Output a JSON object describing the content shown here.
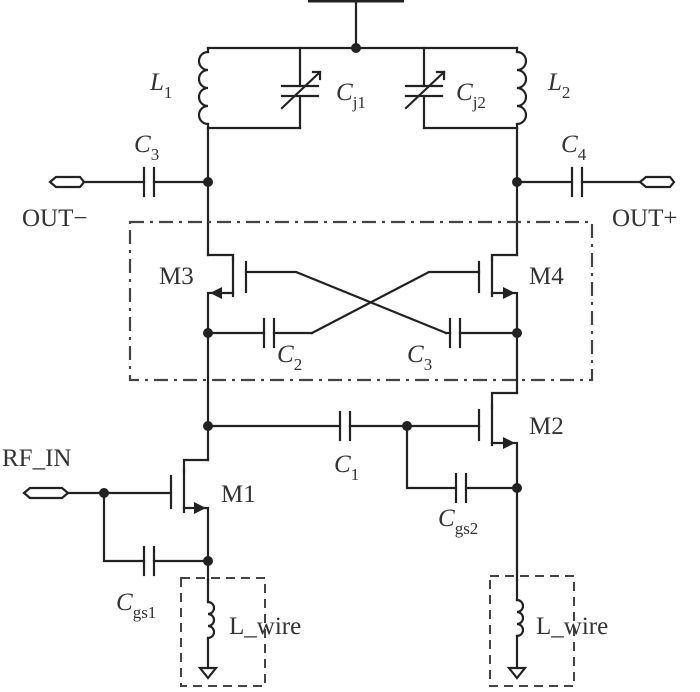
{
  "labels": {
    "l1": "L",
    "l1_sub": "1",
    "l2": "L",
    "l2_sub": "2",
    "cj1": "C",
    "cj1_sub": "j1",
    "cj2": "C",
    "cj2_sub": "j2",
    "c3_top": "C",
    "c3_top_sub": "3",
    "c4": "C",
    "c4_sub": "4",
    "out_minus": "OUT−",
    "out_plus": "OUT+",
    "m3": "M3",
    "m4": "M4",
    "c2": "C",
    "c2_sub": "2",
    "c3_cross": "C",
    "c3_cross_sub": "3",
    "m2": "M2",
    "m1": "M1",
    "c1": "C",
    "c1_sub": "1",
    "rf_in": "RF_IN",
    "cgs2": "C",
    "cgs2_sub": "gs2",
    "cgs1": "C",
    "cgs1_sub": "gs1",
    "lwire_left": "L_wire",
    "lwire_right": "L_wire"
  }
}
